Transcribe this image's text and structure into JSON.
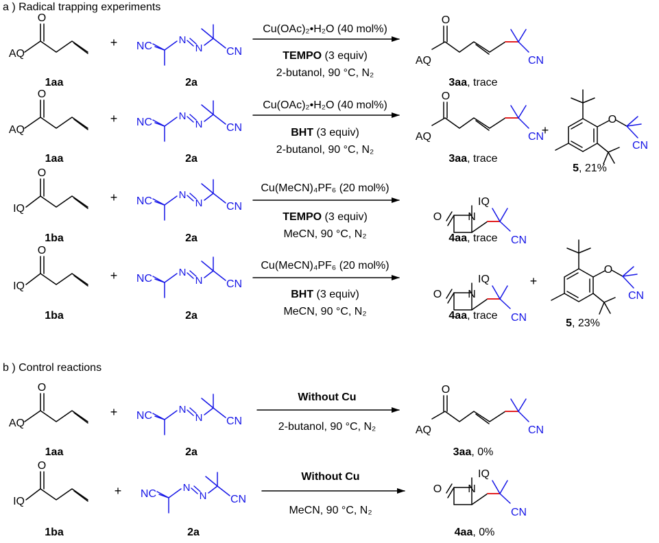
{
  "sections": {
    "a": "a ) Radical trapping experiments",
    "b": "b ) Control reactions"
  },
  "atoms": {
    "O": "O",
    "AQ": "AQ",
    "IQ": "IQ",
    "NC": "NC",
    "CN": "CN",
    "N": "N",
    "plus": "+"
  },
  "compounds": {
    "c1aa": "1aa",
    "c1ba": "1ba",
    "c2a": "2a",
    "c3aa": "3aa",
    "c4aa": "4aa",
    "c5": "5"
  },
  "yields": {
    "trace": ", trace",
    "y21": ", 21%",
    "y23": ", 23%",
    "y0": ", 0%"
  },
  "conditions": {
    "cu_acetate": "Cu(OAc)₂•H₂O (40 mol%)",
    "cu_mecn": "Cu(MeCN)₄PF₆ (20 mol%)",
    "tempo": "TEMPO",
    "bht": "BHT",
    "equiv": " (3 equiv)",
    "butanol": "2-butanol, 90 °C, N₂",
    "mecn": "MeCN, 90 °C, N₂",
    "without_cu": "Without Cu"
  }
}
